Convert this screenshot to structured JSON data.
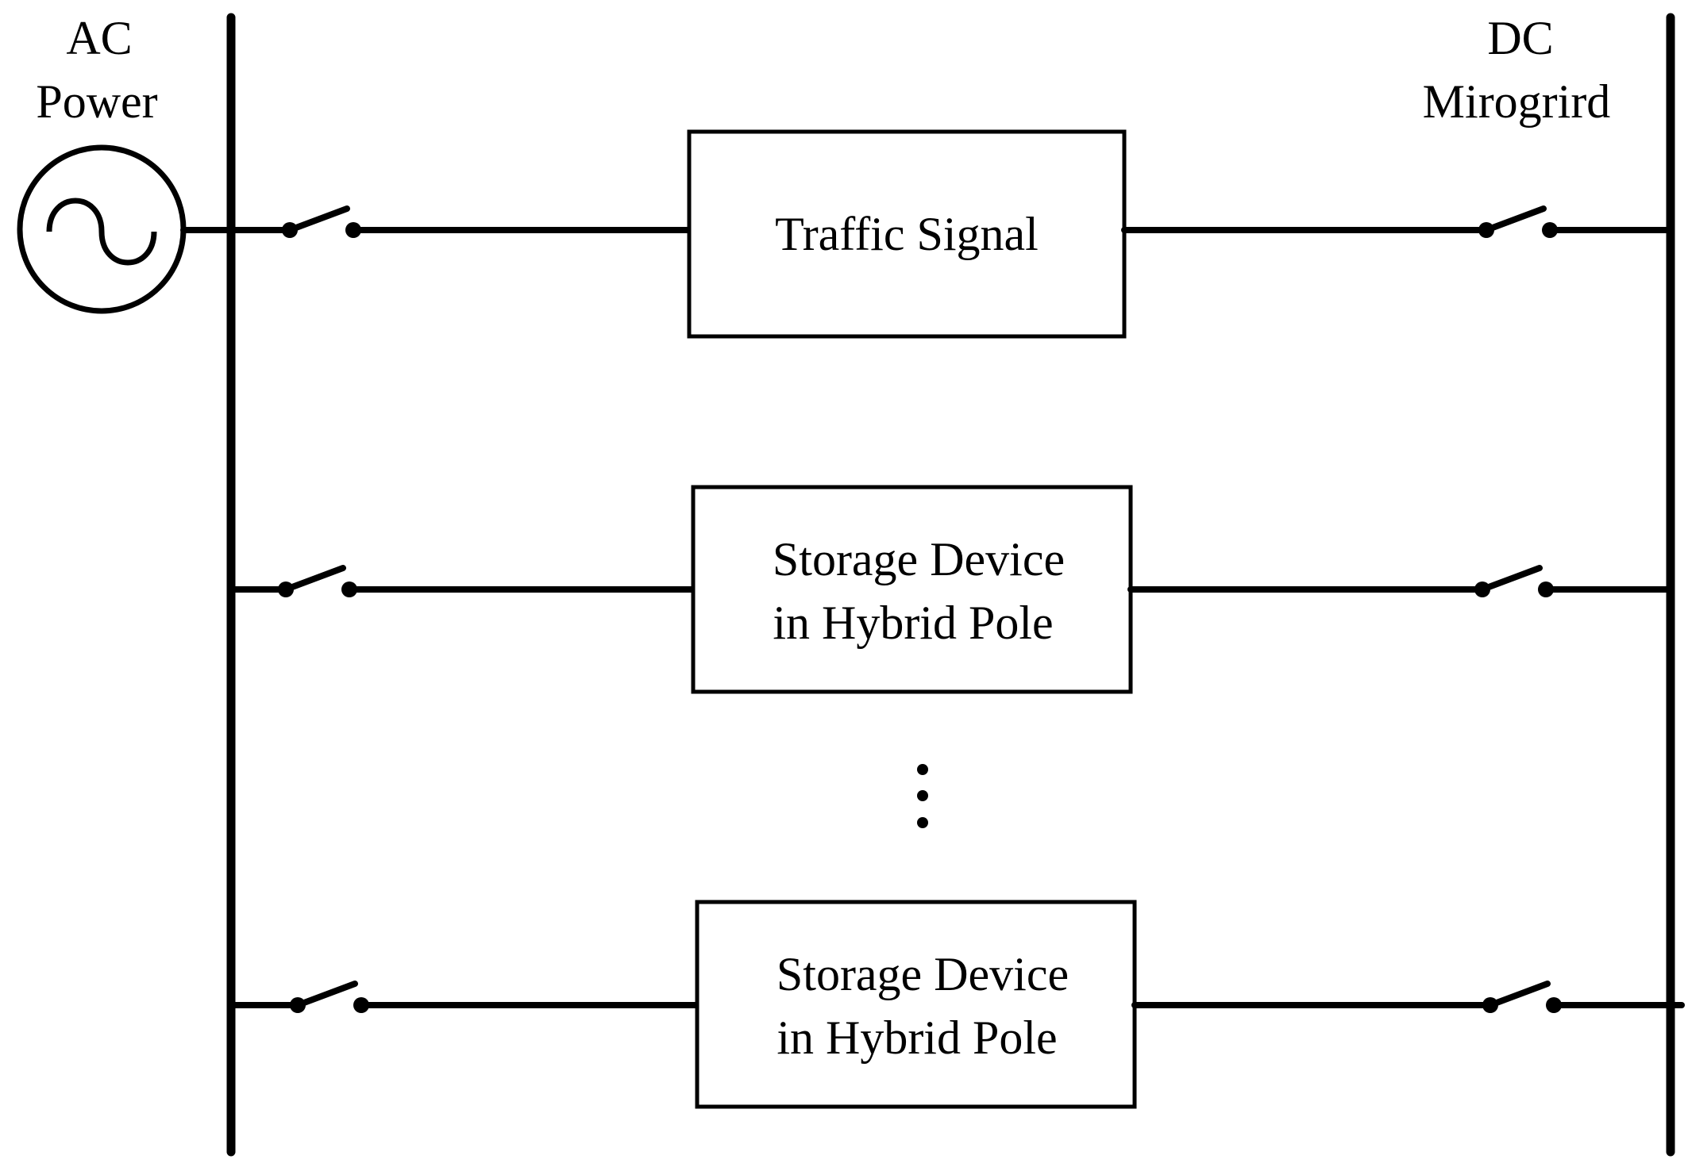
{
  "labels": {
    "ac_line1": "AC",
    "ac_line2": "Power",
    "dc_line1": "DC",
    "dc_line2": "Mirogrird"
  },
  "boxes": [
    {
      "lines": [
        "Traffic Signal"
      ]
    },
    {
      "lines": [
        "Storage Device",
        "in Hybrid Pole"
      ]
    },
    {
      "lines": [
        "Storage Device",
        "in Hybrid Pole"
      ]
    }
  ],
  "ellipsis": "⋮",
  "colors": {
    "stroke": "#000000",
    "background": "#ffffff"
  }
}
